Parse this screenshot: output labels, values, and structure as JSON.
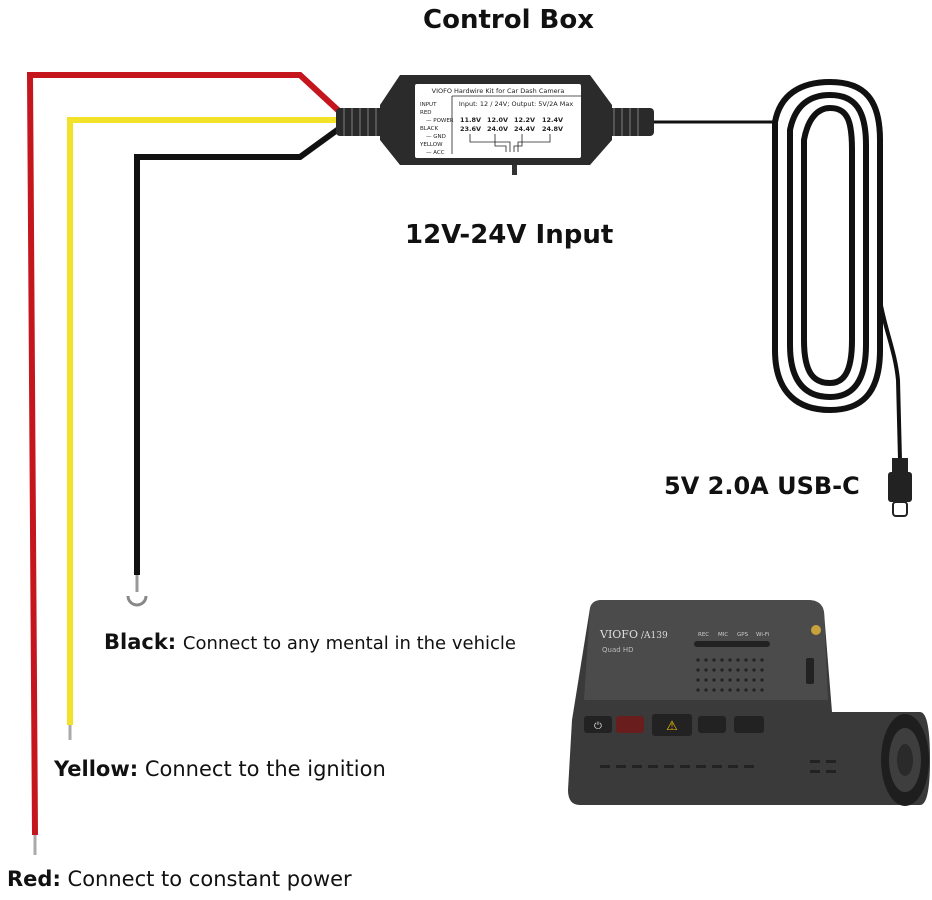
{
  "title": "Control Box",
  "control_box": {
    "header": "VIOFO Hardwire Kit for Car Dash Camera",
    "spec_line": "Input: 12 / 24V; Output: 5V/2A Max",
    "left_legend": [
      "INPUT",
      "RED",
      "— POWER",
      "BLACK",
      "— GND",
      "YELLOW",
      "— ACC"
    ],
    "voltages_row1": [
      "11.8V",
      "12.0V",
      "12.2V",
      "12.4V"
    ],
    "voltages_row2": [
      "23.6V",
      "24.0V",
      "24.4V",
      "24.8V"
    ]
  },
  "input_label": "12V-24V Input",
  "output_label": "5V 2.0A USB-C",
  "wires": [
    {
      "id": "black",
      "color": "#111111",
      "name": "Black:",
      "desc": "Connect to any mental in the vehicle"
    },
    {
      "id": "yellow",
      "color": "#f2e32a",
      "name": "Yellow:",
      "desc": "Connect to the ignition"
    },
    {
      "id": "red",
      "color": "#c4161c",
      "name": "Red:",
      "desc": "Connect to constant power"
    }
  ],
  "camera": {
    "brand": "VIOFO",
    "model": "/A139",
    "subtitle": "Quad HD",
    "indicators": [
      "REC",
      "MIC",
      "GPS",
      "Wi-Fi"
    ]
  }
}
